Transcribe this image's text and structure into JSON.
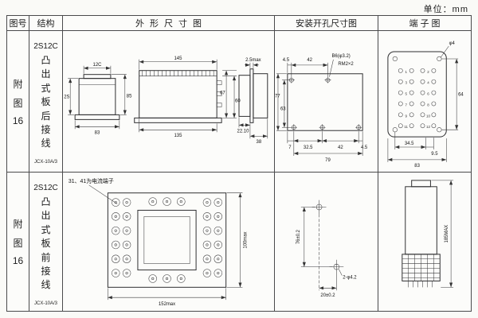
{
  "page": {
    "unit_label": "单位：mm"
  },
  "headers": {
    "fig": "图号",
    "structure": "结构",
    "outline": "外形尺寸图",
    "mounting": "安装开孔尺寸图",
    "terminal": "端子图"
  },
  "row1": {
    "fig": [
      "附",
      "图",
      "16"
    ],
    "structure": {
      "model": "2S12C",
      "type": "凸出式板后接线",
      "part": "JCX-10A/3"
    },
    "outline": {
      "w_top": "12C",
      "h_left": "2S",
      "h85": "85",
      "w83": "83",
      "w145": "145",
      "h67": "67",
      "h60": "60",
      "w135": "135",
      "panel": "2.5max",
      "d2210": "22.10",
      "d38": "38"
    },
    "mounting": {
      "d45_top": "4.5",
      "d42_top": "42",
      "b6": "B6(φ3.2)",
      "rm2": "RM2×2",
      "h77": "77",
      "h63": "63",
      "d7": "7",
      "d325": "32.5",
      "d42_bot": "42",
      "d45_bot": "4.5",
      "w79": "79"
    },
    "terminal": {
      "phi4": "φ4",
      "h64": "64",
      "d345": "34.5",
      "d95": "9.5",
      "w83": "83",
      "nums": [
        "1",
        "2",
        "3",
        "4",
        "5",
        "6",
        "7",
        "8",
        "9",
        "10",
        "11",
        "12"
      ]
    }
  },
  "row2": {
    "fig": [
      "附",
      "图",
      "16"
    ],
    "structure": {
      "model": "2S12C",
      "type": "凸出式板前接线",
      "part": "JCX-10A/3"
    },
    "outline": {
      "note": "31、41为电流端子",
      "h100": "100max",
      "w152": "152max"
    },
    "mounting": {
      "v76": "76±0.2",
      "holes": "2-φ4.2",
      "h20": "20±0.2"
    },
    "terminal": {
      "h185": "185MAX"
    }
  }
}
